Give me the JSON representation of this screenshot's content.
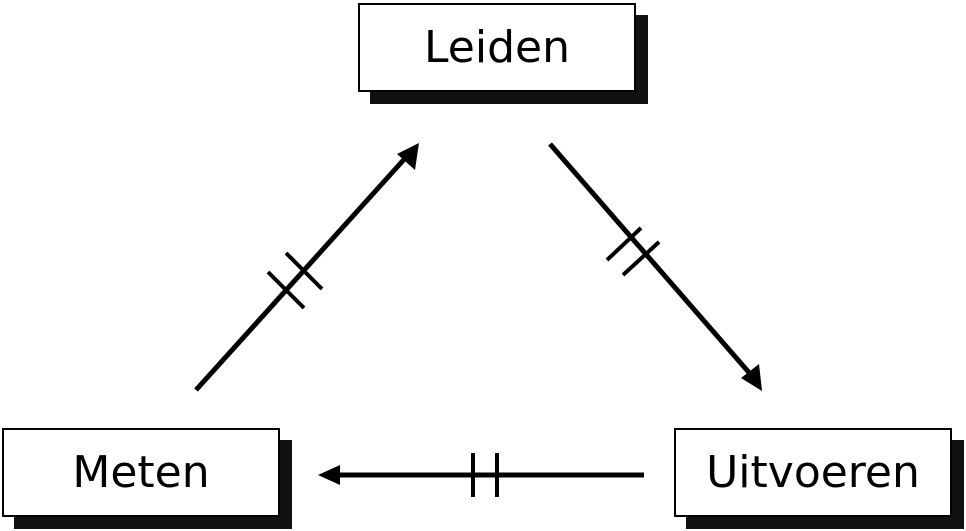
{
  "diagram": {
    "nodes": {
      "top": {
        "label": "Leiden"
      },
      "left": {
        "label": "Meten"
      },
      "right": {
        "label": "Uitvoeren"
      }
    },
    "edges": [
      {
        "from": "Meten",
        "to": "Leiden",
        "marker": "double-tick"
      },
      {
        "from": "Leiden",
        "to": "Uitvoeren",
        "marker": "double-tick"
      },
      {
        "from": "Uitvoeren",
        "to": "Meten",
        "marker": "double-tick"
      }
    ],
    "colors": {
      "line": "#000000",
      "background": "#ffffff",
      "shadow": "#111111"
    }
  }
}
